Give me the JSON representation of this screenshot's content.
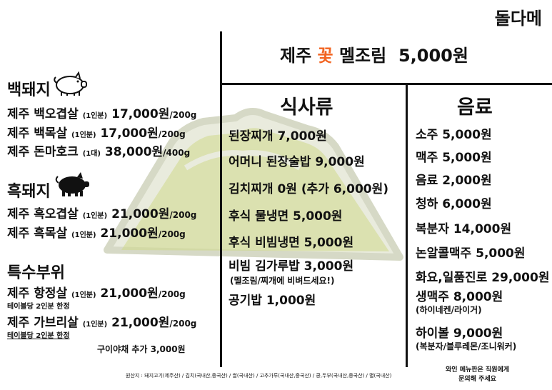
{
  "brand": "돌다메",
  "special": {
    "prefix": "제주 ",
    "highlight": "꽃",
    "name": " 멜조림",
    "price": "5,000원"
  },
  "colors": {
    "accent": "#f26522",
    "mountain": "#d8dcc4",
    "crater": "#c9d96a"
  },
  "sections": {
    "white_pork": {
      "title": "백돼지",
      "icon": "pig-outline-icon",
      "items": [
        {
          "name": "제주 백오겹살",
          "portion": "(1인분)",
          "price": "17,000원",
          "unit": "/200g"
        },
        {
          "name": "제주 백목살",
          "portion": "(1인분)",
          "price": "17,000원",
          "unit": "/200g"
        },
        {
          "name": "제주 돈마호크",
          "portion": "(1대)",
          "price": "38,000원",
          "unit": "/400g"
        }
      ]
    },
    "black_pork": {
      "title": "흑돼지",
      "icon": "pig-solid-icon",
      "items": [
        {
          "name": "제주 흑오겹살",
          "portion": "(1인분)",
          "price": "21,000원",
          "unit": "/200g"
        },
        {
          "name": "제주 흑목살",
          "portion": "(1인분)",
          "price": "21,000원",
          "unit": "/200g"
        }
      ]
    },
    "special_cuts": {
      "title": "특수부위",
      "items": [
        {
          "name": "제주 항정살",
          "portion": "(1인분)",
          "price": "21,000원",
          "unit": "/200g",
          "note": "테이블당 2인분 한정"
        },
        {
          "name": "제주 가브리살",
          "portion": "(1인분)",
          "price": "21,000원",
          "unit": "/200g",
          "note": "테이블당 2인분 한정"
        }
      ],
      "extra": "구이야채 추가 3,000원"
    }
  },
  "meals": {
    "title": "식사류",
    "items": [
      "된장찌개 7,000원",
      "어머니 된장술밥 9,000원",
      "김치찌개 0원 (추가 6,000원)",
      "후식 물냉면 5,000원",
      "후식 비빔냉면 5,000원",
      "비빔 김가루밥 3,000원",
      "(멜조림/찌개에 비벼드세요!)",
      "공기밥 1,000원"
    ]
  },
  "drinks": {
    "title": "음료",
    "items": [
      "소주 5,000원",
      "맥주 5,000원",
      "음료 2,000원",
      "청하 6,000원",
      "복분자 14,000원",
      "논알콜맥주 5,000원",
      "화요,일품진로 29,000원",
      "생맥주 8,000원",
      "(하이네켄/라이거)",
      "하이볼 9,000원",
      "(복분자/블루레몬/조니워커)"
    ]
  },
  "origin": "원산지 : 돼지고기(제주산) / 김치(국내산,중국산) / 쌀(국내산) / 고추가루(국내산,중국산) / 콩,두부(국내산,중국산) / 멸(국내산)",
  "wine_note": [
    "와인 메뉴판은 직원에게",
    "문의해 주세요"
  ]
}
